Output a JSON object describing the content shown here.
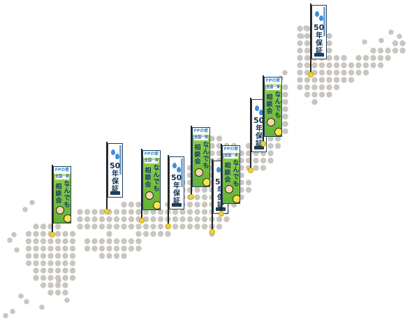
{
  "warranty_banner": {
    "main": "50",
    "chars": [
      "年",
      "保",
      "証"
    ]
  },
  "consult_banner": {
    "brand": "FPの家",
    "tag": "全国一斉",
    "left_column": [
      "相",
      "談",
      "会"
    ],
    "right_column": [
      "な",
      "ん",
      "で",
      "も"
    ]
  },
  "colors": {
    "map_dot": "#c8c6bf",
    "banner_green": "#7cc43f",
    "banner_navy": "#1f3c5a",
    "marker_yellow": "#f2d23a"
  }
}
